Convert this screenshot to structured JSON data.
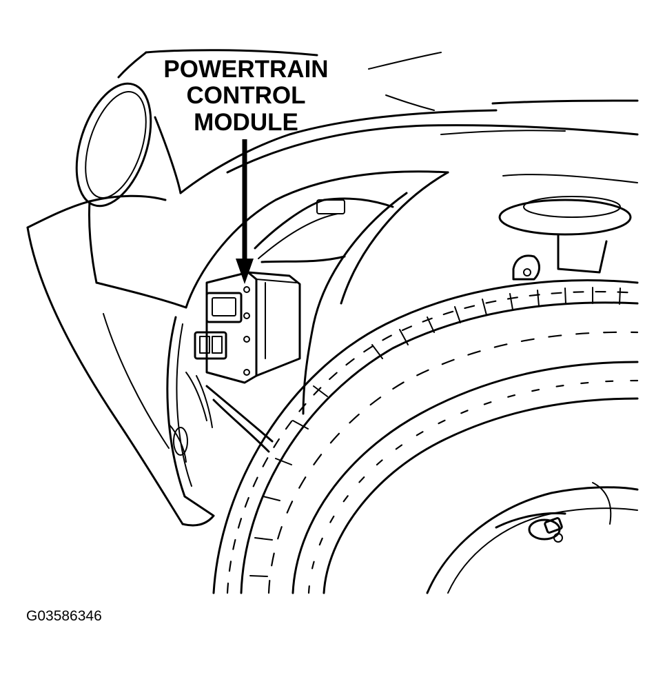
{
  "callout": {
    "line1": "POWERTRAIN",
    "line2": "CONTROL",
    "line3": "MODULE"
  },
  "figure_id": "G03586346",
  "colors": {
    "ink": "#000000",
    "paper": "#ffffff"
  }
}
